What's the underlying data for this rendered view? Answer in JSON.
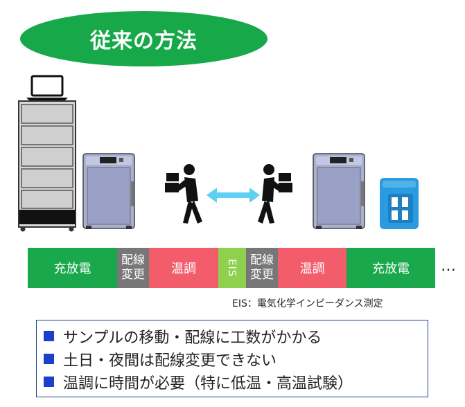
{
  "title": "従来の方法",
  "timeline": [
    {
      "lines": [
        "充放電"
      ],
      "color": "#19a84b"
    },
    {
      "lines": [
        "配線",
        "変更"
      ],
      "color": "#777777"
    },
    {
      "lines": [
        "温調"
      ],
      "color": "#f25c6b"
    },
    {
      "lines": [
        "EIS"
      ],
      "color": "#8fd14f"
    },
    {
      "lines": [
        "配線",
        "変更"
      ],
      "color": "#777777"
    },
    {
      "lines": [
        "温調"
      ],
      "color": "#f25c6b"
    },
    {
      "lines": [
        "充放電"
      ],
      "color": "#19a84b"
    }
  ],
  "timeline_more": "…",
  "note": "EIS：電気化学インピーダンス測定",
  "bullets": [
    "サンプルの移動・配線に工数がかかる",
    "土日・夜間は配線変更できない",
    "温調に時間が必要（特に低温・高温試験）"
  ],
  "icons": [
    "laptop-icon",
    "battery-tester-rack-icon",
    "thermal-chamber-icon",
    "person-carrying-box-icon",
    "double-arrow-icon",
    "battery-cell-icon"
  ],
  "colors": {
    "title_bg": "#17a84a",
    "arrow": "#5fd0f2",
    "bullet_square": "#1a3fc8",
    "box_border": "#1f3f8f",
    "cell_blue": "#2a9be0"
  }
}
